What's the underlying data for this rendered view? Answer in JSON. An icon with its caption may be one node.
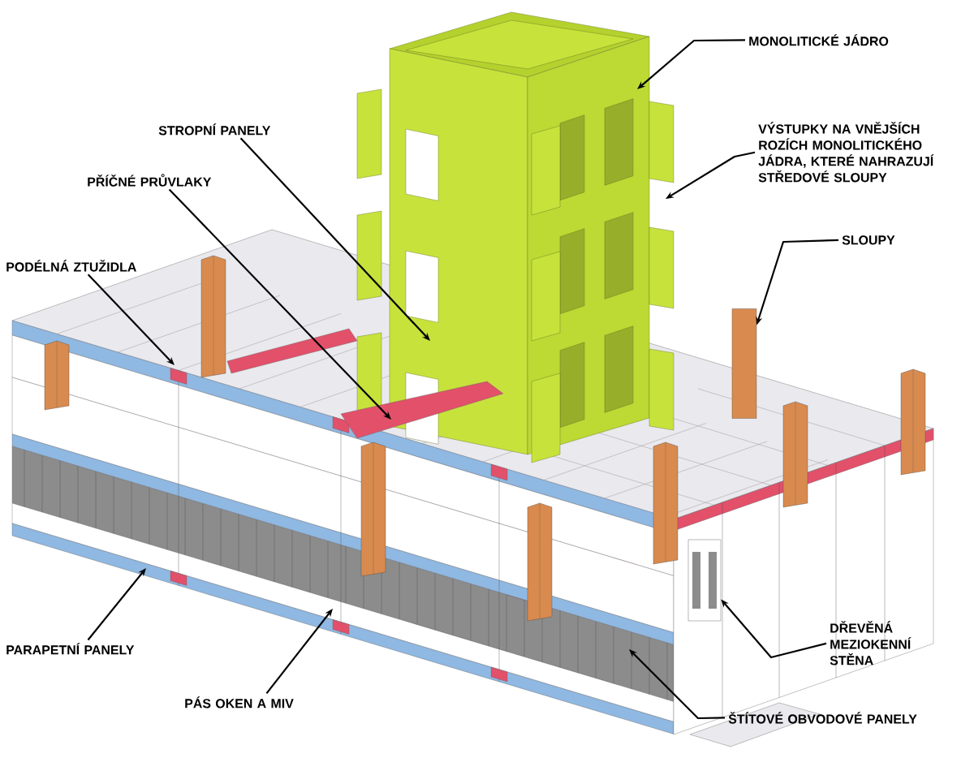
{
  "diagram": {
    "nodes": [
      {
        "text": [
          "MONOLITICKÉ JÁDRO"
        ]
      },
      {
        "text": [
          "VÝSTUPKY NA VNĚJŠÍCH ROZÍCH MONOLITICKÉHO JÁDRA, KTERÉ NAHRAZUJÍ STŘEDOVÉ SLOUPY"
        ]
      },
      {
        "text": [
          "STROPNÍ PANELY"
        ]
      },
      {
        "text": [
          "PŘÍČNÉ PRŮVLAKY"
        ]
      },
      {
        "text": [
          "PODÉLNÁ ZTUŽIDLA"
        ]
      },
      {
        "text": [
          "SLOUPY"
        ]
      },
      {
        "text": [
          "PARAPETNÍ PANELY"
        ]
      },
      {
        "text": [
          "PÁS OKEN A MIV"
        ]
      },
      {
        "text": [
          "DŘEVĚNÁ MEZIOKENNÍ STĚNA"
        ]
      },
      {
        "text": [
          "ŠTÍTOVÉ OBVODOVÉ PANELY"
        ]
      },
      {
        "text": [],
        "shape": "bar"
      },
      {
        "text": [],
        "shape": "box"
      },
      {
        "text": [],
        "shape": "bar"
      },
      {
        "text": [],
        "shape": "bar"
      }
    ],
    "edges": [
      {
        "from": 0,
        "to": null,
        "arrow": "to"
      },
      {
        "from": 1,
        "to": null,
        "arrow": "to"
      },
      {
        "from": 2,
        "to": null,
        "arrow": "to"
      },
      {
        "from": 3,
        "to": 12,
        "arrow": "to"
      },
      {
        "from": 4,
        "to": null,
        "arrow": "to"
      },
      {
        "from": 5,
        "to": 10,
        "arrow": "to"
      },
      {
        "from": 6,
        "to": null,
        "arrow": "to"
      },
      {
        "from": 7,
        "to": null,
        "arrow": "to"
      },
      {
        "from": 8,
        "to": 11,
        "arrow": "to"
      },
      {
        "from": 9,
        "to": null,
        "arrow": "to"
      }
    ]
  }
}
